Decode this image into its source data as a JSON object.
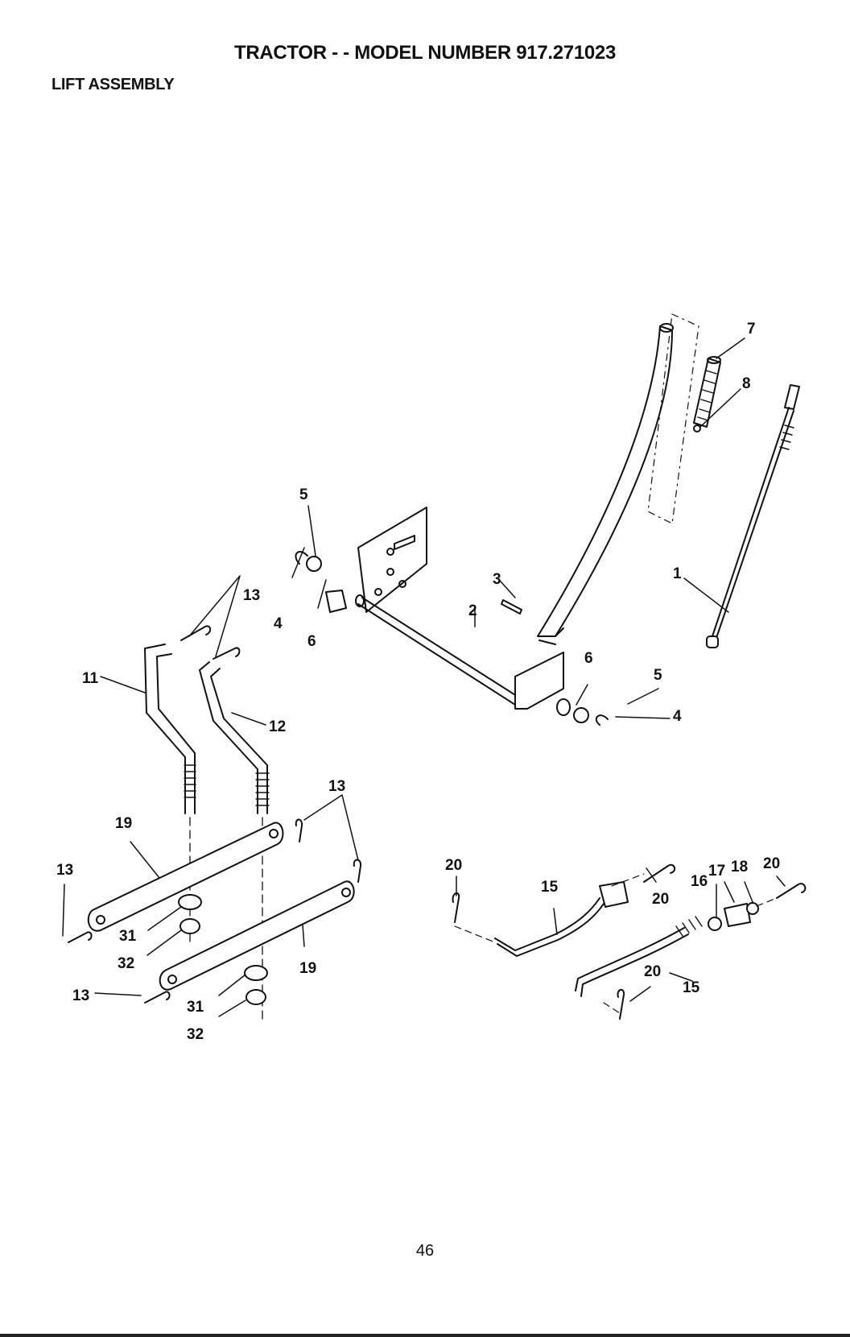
{
  "header": {
    "title": "TRACTOR - - MODEL NUMBER 917.271023",
    "section": "LIFT ASSEMBLY"
  },
  "callouts": [
    {
      "id": "c-1",
      "label": "1"
    },
    {
      "id": "c-2",
      "label": "2"
    },
    {
      "id": "c-3",
      "label": "3"
    },
    {
      "id": "c-4a",
      "label": "4"
    },
    {
      "id": "c-4b",
      "label": "4"
    },
    {
      "id": "c-5a",
      "label": "5"
    },
    {
      "id": "c-5b",
      "label": "5"
    },
    {
      "id": "c-6a",
      "label": "6"
    },
    {
      "id": "c-6b",
      "label": "6"
    },
    {
      "id": "c-7",
      "label": "7"
    },
    {
      "id": "c-8",
      "label": "8"
    },
    {
      "id": "c-11",
      "label": "11"
    },
    {
      "id": "c-12",
      "label": "12"
    },
    {
      "id": "c-13a",
      "label": "13"
    },
    {
      "id": "c-13b",
      "label": "13"
    },
    {
      "id": "c-13c",
      "label": "13"
    },
    {
      "id": "c-13d",
      "label": "13"
    },
    {
      "id": "c-15a",
      "label": "15"
    },
    {
      "id": "c-15b",
      "label": "15"
    },
    {
      "id": "c-16",
      "label": "16"
    },
    {
      "id": "c-17",
      "label": "17"
    },
    {
      "id": "c-18",
      "label": "18"
    },
    {
      "id": "c-19a",
      "label": "19"
    },
    {
      "id": "c-19b",
      "label": "19"
    },
    {
      "id": "c-20a",
      "label": "20"
    },
    {
      "id": "c-20b",
      "label": "20"
    },
    {
      "id": "c-20c",
      "label": "20"
    },
    {
      "id": "c-20d",
      "label": "20"
    },
    {
      "id": "c-31a",
      "label": "31"
    },
    {
      "id": "c-31b",
      "label": "31"
    },
    {
      "id": "c-32a",
      "label": "32"
    },
    {
      "id": "c-32b",
      "label": "32"
    }
  ],
  "footer": {
    "page_number": "46"
  }
}
